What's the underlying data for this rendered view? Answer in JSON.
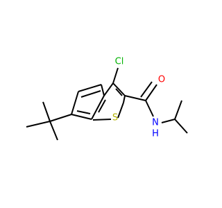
{
  "molecule": {
    "atoms": {
      "chlorine": {
        "label": "Cl",
        "color": "#00b200"
      },
      "oxygen": {
        "label": "O",
        "color": "#ff0000"
      },
      "sulfur": {
        "label": "S",
        "color": "#b2b200"
      },
      "nitrogen": {
        "label": "N",
        "color": "#0000ff"
      },
      "hydrogen": {
        "label": "H",
        "color": "#0000ff"
      }
    },
    "bond_color": "#000000"
  }
}
